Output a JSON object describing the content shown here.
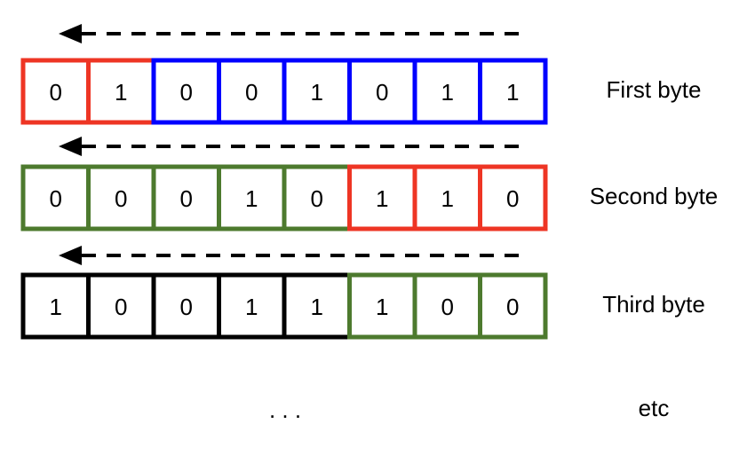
{
  "colors": {
    "red": "#ee3524",
    "blue": "#0000ff",
    "green": "#4d7a2e",
    "black": "#000000"
  },
  "rows": [
    {
      "label": "First byte",
      "bits": [
        "0",
        "1",
        "0",
        "0",
        "1",
        "0",
        "1",
        "1"
      ],
      "cell_colors": [
        "red",
        "red",
        "blue",
        "blue",
        "blue",
        "blue",
        "blue",
        "blue"
      ]
    },
    {
      "label": "Second byte",
      "bits": [
        "0",
        "0",
        "0",
        "1",
        "0",
        "1",
        "1",
        "0"
      ],
      "cell_colors": [
        "green",
        "green",
        "green",
        "green",
        "green",
        "red",
        "red",
        "red"
      ]
    },
    {
      "label": "Third byte",
      "bits": [
        "1",
        "0",
        "0",
        "1",
        "1",
        "1",
        "0",
        "0"
      ],
      "cell_colors": [
        "black",
        "black",
        "black",
        "black",
        "black",
        "green",
        "green",
        "green"
      ]
    }
  ],
  "ellipsis": ". . .",
  "etc_label": "etc"
}
